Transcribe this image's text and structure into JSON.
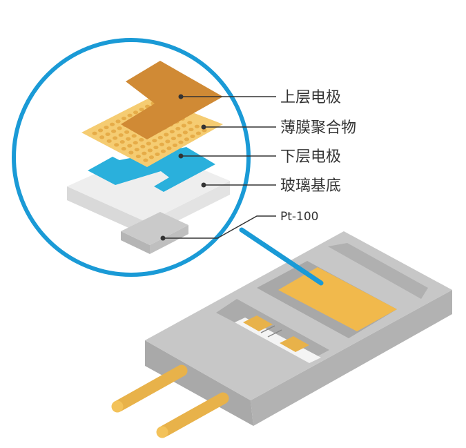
{
  "labels": {
    "top_electrode": "上层电极",
    "polymer_film": "薄膜聚合物",
    "bottom_electrode": "下层电极",
    "glass_substrate": "玻璃基底",
    "pt100": "Pt-100"
  },
  "colors": {
    "accent_blue": "#1a9ad6",
    "top_electrode": "#d08a35",
    "polymer_film": "#f5cc72",
    "bottom_electrode": "#2ab0dc",
    "sensor_gold": "#f1b94c"
  }
}
